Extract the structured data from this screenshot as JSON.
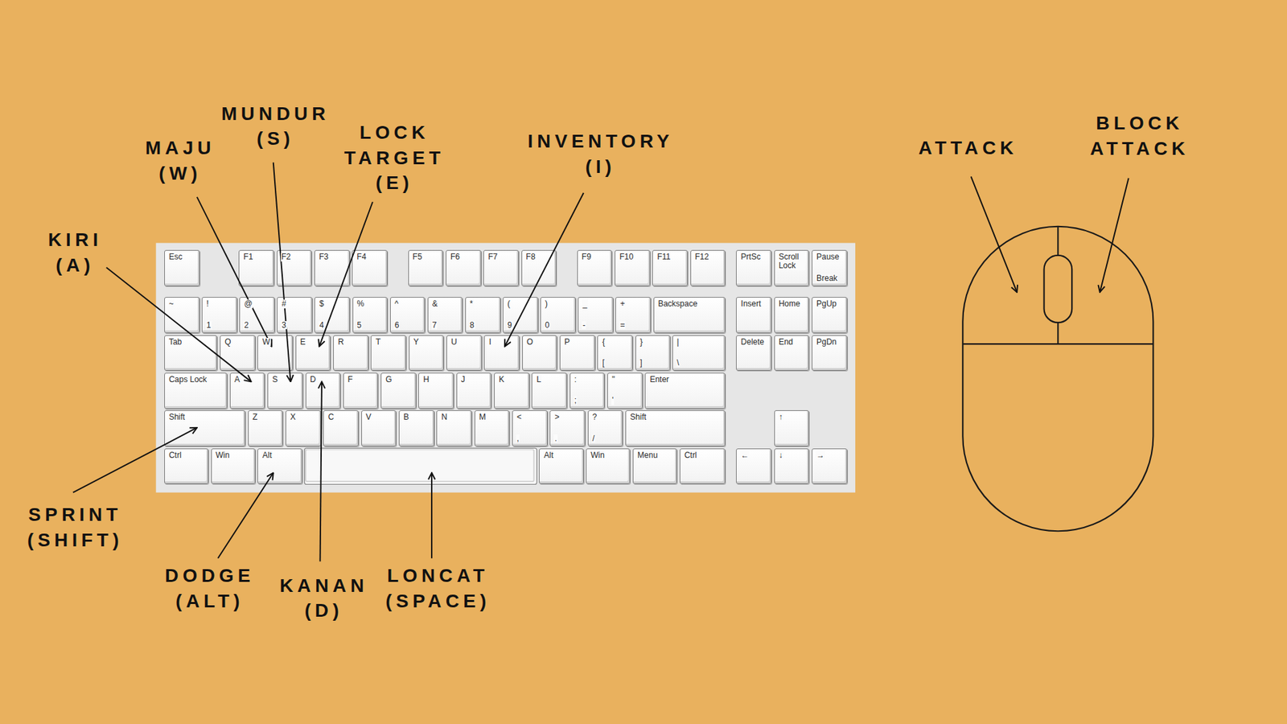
{
  "diagram": {
    "nodes": [
      {
        "text": [
          "Esc"
        ]
      },
      {
        "text": [
          "F1"
        ]
      },
      {
        "text": [
          "F2"
        ]
      },
      {
        "text": [
          "F3"
        ]
      },
      {
        "text": [
          "F4"
        ]
      },
      {
        "text": [
          "F5"
        ]
      },
      {
        "text": [
          "F6"
        ]
      },
      {
        "text": [
          "F7"
        ]
      },
      {
        "text": [
          "F8"
        ]
      },
      {
        "text": [
          "F9"
        ]
      },
      {
        "text": [
          "F10"
        ]
      },
      {
        "text": [
          "F11"
        ]
      },
      {
        "text": [
          "F12"
        ]
      },
      {
        "text": [
          "PrtSc"
        ]
      },
      {
        "text": [
          "Scroll Lock"
        ]
      },
      {
        "text": [
          "Pause",
          "Break"
        ]
      },
      {
        "text": [
          "~"
        ]
      },
      {
        "text": [
          "!",
          "1"
        ]
      },
      {
        "text": [
          "@",
          "2"
        ]
      },
      {
        "text": [
          "#",
          "3"
        ]
      },
      {
        "text": [
          "$",
          "4"
        ]
      },
      {
        "text": [
          "%",
          "5"
        ]
      },
      {
        "text": [
          "^",
          "6"
        ]
      },
      {
        "text": [
          "&",
          "7"
        ]
      },
      {
        "text": [
          "*",
          "8"
        ]
      },
      {
        "text": [
          "(",
          "9"
        ]
      },
      {
        "text": [
          ")",
          "0"
        ]
      },
      {
        "text": [
          "_",
          "-"
        ]
      },
      {
        "text": [
          "+",
          "="
        ]
      },
      {
        "text": [
          "Backspace"
        ]
      },
      {
        "text": [
          "Insert"
        ]
      },
      {
        "text": [
          "Home"
        ]
      },
      {
        "text": [
          "PgUp"
        ]
      },
      {
        "text": [
          "Tab"
        ]
      },
      {
        "text": [
          "Q"
        ]
      },
      {
        "text": [
          "W"
        ]
      },
      {
        "text": [
          "E"
        ]
      },
      {
        "text": [
          "R"
        ]
      },
      {
        "text": [
          "T"
        ]
      },
      {
        "text": [
          "Y"
        ]
      },
      {
        "text": [
          "U"
        ]
      },
      {
        "text": [
          "I"
        ]
      },
      {
        "text": [
          "O"
        ]
      },
      {
        "text": [
          "P"
        ]
      },
      {
        "text": [
          "{",
          "["
        ]
      },
      {
        "text": [
          "}",
          "]"
        ]
      },
      {
        "text": [
          "|",
          "\\"
        ]
      },
      {
        "text": [
          "Delete"
        ]
      },
      {
        "text": [
          "End"
        ]
      },
      {
        "text": [
          "PgDn"
        ]
      },
      {
        "text": [
          "Caps Lock"
        ]
      },
      {
        "text": [
          "A"
        ]
      },
      {
        "text": [
          "S"
        ]
      },
      {
        "text": [
          "D"
        ]
      },
      {
        "text": [
          "F"
        ]
      },
      {
        "text": [
          "G"
        ]
      },
      {
        "text": [
          "H"
        ]
      },
      {
        "text": [
          "J"
        ]
      },
      {
        "text": [
          "K"
        ]
      },
      {
        "text": [
          "L"
        ]
      },
      {
        "text": [
          ":",
          ";"
        ]
      },
      {
        "text": [
          "\"",
          "'"
        ]
      },
      {
        "text": [
          "Enter"
        ]
      },
      {
        "text": [
          "Shift"
        ]
      },
      {
        "text": [
          "Z"
        ]
      },
      {
        "text": [
          "X"
        ]
      },
      {
        "text": [
          "C"
        ]
      },
      {
        "text": [
          "V"
        ]
      },
      {
        "text": [
          "B"
        ]
      },
      {
        "text": [
          "N"
        ]
      },
      {
        "text": [
          "M"
        ]
      },
      {
        "text": [
          "<",
          ","
        ]
      },
      {
        "text": [
          ">",
          "."
        ]
      },
      {
        "text": [
          "?",
          "/"
        ]
      },
      {
        "text": [
          "Shift"
        ]
      },
      {
        "text": [
          "↑"
        ]
      },
      {
        "text": [
          "Ctrl"
        ]
      },
      {
        "text": [
          "Win"
        ]
      },
      {
        "text": [
          "Alt"
        ]
      },
      {
        "text": [
          "Alt"
        ]
      },
      {
        "text": [
          "Win"
        ]
      },
      {
        "text": [
          "Menu"
        ]
      },
      {
        "text": [
          "Ctrl"
        ]
      },
      {
        "text": [
          "←"
        ]
      },
      {
        "text": [
          "↓"
        ]
      },
      {
        "text": [
          "→"
        ]
      }
    ],
    "labels": [
      "MUNDUR (S)",
      "LOCK TARGET (E)",
      "INVENTORY (I)",
      "BLOCK ATTACK",
      "MAJU (W)",
      "ATTACK",
      "KIRI (A)",
      "SPRINT (SHIFT)",
      "DODGE (ALT)",
      "LONCAT (SPACE)",
      "KANAN (D)"
    ]
  }
}
